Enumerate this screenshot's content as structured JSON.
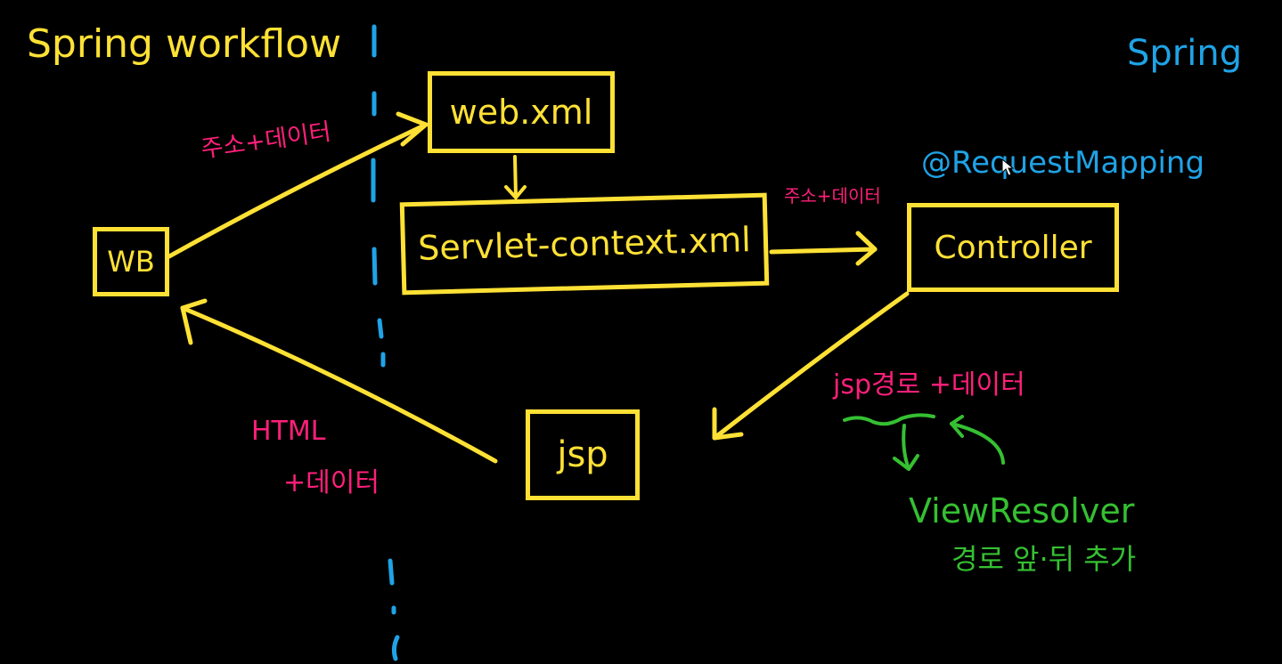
{
  "title": "Spring workflow",
  "corner_label": "Spring",
  "boxes": {
    "wb": "WB",
    "web_xml": "web.xml",
    "servlet_context": "Servlet-context.xml",
    "controller": "Controller",
    "jsp": "jsp"
  },
  "annotations": {
    "request_mapping": "@RequestMapping",
    "wb_to_webxml": "주소+데이터",
    "servlet_to_controller": "주소+데이터",
    "controller_to_jsp": "jsp경로 +데이터",
    "jsp_to_wb_line1": "HTML",
    "jsp_to_wb_line2": "+데이터",
    "view_resolver": "ViewResolver",
    "view_resolver_note": "경로 앞·뒤 추가"
  },
  "colors": {
    "background": "#000000",
    "boxes_and_arrows": "#FFE135",
    "spring_labels": "#1FA3E6",
    "data_labels": "#FF1F7A",
    "view_resolver": "#35C032"
  }
}
